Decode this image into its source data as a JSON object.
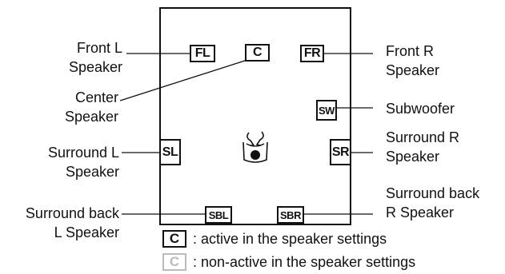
{
  "speakers": {
    "fl": "FL",
    "c": "C",
    "fr": "FR",
    "sw": "SW",
    "sl": "SL",
    "sr": "SR",
    "sbl": "SBL",
    "sbr": "SBR"
  },
  "labels": {
    "front_l": [
      "Front L",
      "Speaker"
    ],
    "center": [
      "Center",
      "Speaker"
    ],
    "surround_l": [
      "Surround L",
      "Speaker"
    ],
    "surround_back_l": [
      "Surround back",
      "L Speaker"
    ],
    "front_r": [
      "Front R",
      "Speaker"
    ],
    "subwoofer": [
      "Subwoofer"
    ],
    "surround_r": [
      "Surround R",
      "Speaker"
    ],
    "surround_back_r": [
      "Surround back",
      "R Speaker"
    ]
  },
  "legend": {
    "box_label": "C",
    "active_text": ": active in the speaker settings",
    "inactive_text": ": non-active in the speaker settings"
  },
  "colors": {
    "active": "#111111",
    "inactive": "#bbbbbb"
  }
}
